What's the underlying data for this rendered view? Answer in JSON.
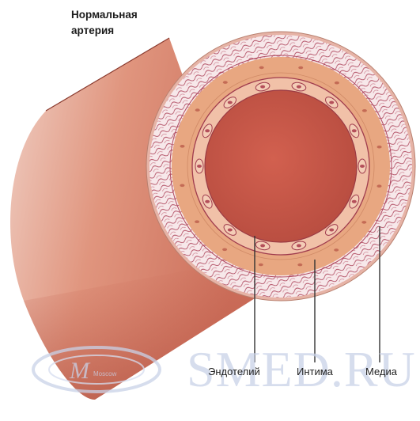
{
  "title": {
    "line1": "Нормальная",
    "line2": "артерия"
  },
  "labels": {
    "endothelium": "Эндотелий",
    "intima": "Интима",
    "media": "Медиа"
  },
  "watermark": {
    "text": "SMED.RU",
    "logo_text": "Moscow"
  },
  "colors": {
    "outer_wall": "#d9826c",
    "media_band": "#f6e3e4",
    "intima": "#e4a07e",
    "lumen": "#c9584b",
    "cell_outline": "#a03c4e",
    "leader_line": "#333333",
    "watermark": "#c9d2e8"
  }
}
